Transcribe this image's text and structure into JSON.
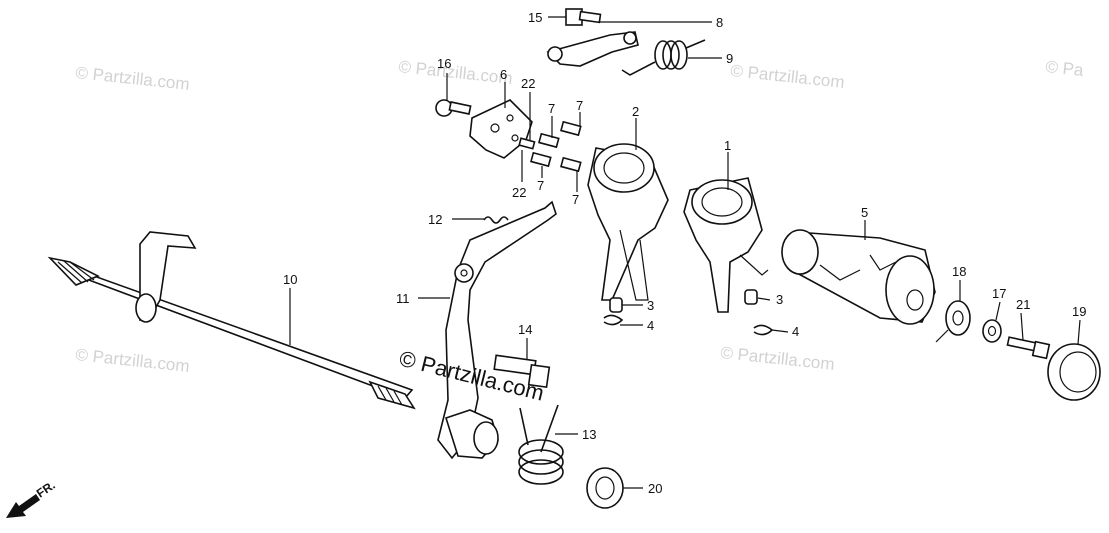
{
  "diagram": {
    "watermark": "© Partzilla.com",
    "watermark_clipped": "© Pa",
    "callouts": [
      "1",
      "2",
      "3",
      "3",
      "4",
      "4",
      "5",
      "6",
      "7",
      "7",
      "7",
      "7",
      "8",
      "9",
      "10",
      "11",
      "12",
      "13",
      "14",
      "15",
      "16",
      "17",
      "18",
      "19",
      "20",
      "21",
      "22",
      "22"
    ],
    "direction_label": "FR."
  }
}
